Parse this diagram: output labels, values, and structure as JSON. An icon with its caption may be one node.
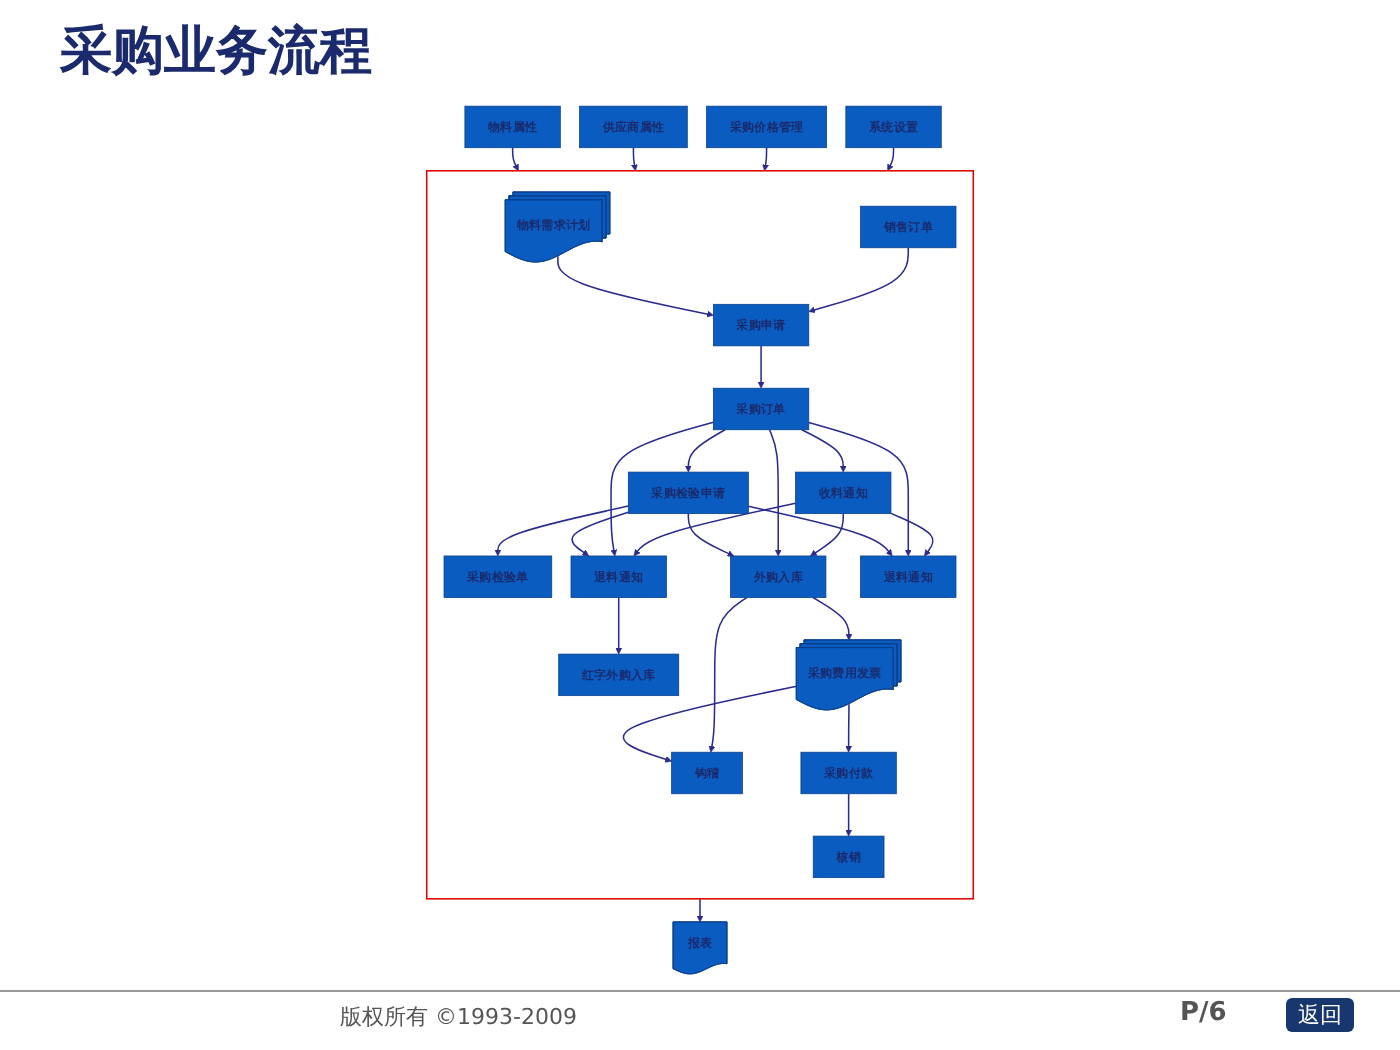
{
  "diagram": {
    "title": "采购业务流程",
    "nodes": [
      {
        "text": [
          "物料属性"
        ]
      },
      {
        "text": [
          "供应商属性"
        ]
      },
      {
        "text": [
          "采购价格管理"
        ]
      },
      {
        "text": [
          "系统设置"
        ]
      },
      {
        "text": [],
        "shape": "box"
      },
      {
        "text": [
          "销售订单"
        ],
        "in": 4
      },
      {
        "text": [
          "物料需求计划"
        ],
        "in": 4
      },
      {
        "text": [
          "采购申请"
        ],
        "in": 4
      },
      {
        "text": [
          "采购订单"
        ],
        "in": 4
      },
      {
        "text": [
          "收料通知"
        ],
        "in": 4
      },
      {
        "text": [
          "采购检验申请"
        ],
        "in": 4
      },
      {
        "text": [
          "采购检验单"
        ],
        "in": 4
      },
      {
        "text": [
          "退料通知"
        ],
        "in": 4
      },
      {
        "text": [
          "外购入库"
        ],
        "in": 4
      },
      {
        "text": [
          "退料通知"
        ],
        "in": 4
      },
      {
        "text": [
          "红字外购入库"
        ],
        "in": 4
      },
      {
        "text": [
          "钩稽"
        ],
        "in": 4
      },
      {
        "text": [
          "采购费用发票"
        ],
        "in": 4
      },
      {
        "text": [
          "采购付款"
        ],
        "in": 4
      },
      {
        "text": [
          "核销"
        ],
        "in": 4
      },
      {
        "text": [
          "报表"
        ]
      }
    ],
    "edges": [
      {
        "from": 0,
        "to": 4,
        "arrow": "to"
      },
      {
        "from": 1,
        "to": 4,
        "arrow": "to"
      },
      {
        "from": 2,
        "to": 4,
        "arrow": "to"
      },
      {
        "from": 3,
        "to": 4,
        "arrow": "to"
      },
      {
        "from": 5,
        "to": 7,
        "arrow": "to"
      },
      {
        "from": 6,
        "to": 7,
        "arrow": "to"
      },
      {
        "from": 7,
        "to": 8,
        "arrow": "to"
      },
      {
        "from": 8,
        "to": 9,
        "arrow": "to"
      },
      {
        "from": 8,
        "to": 10,
        "arrow": "to"
      },
      {
        "from": 10,
        "to": 11,
        "arrow": "to"
      },
      {
        "from": 9,
        "to": 12,
        "arrow": "to"
      },
      {
        "from": 9,
        "to": 13,
        "arrow": "to"
      },
      {
        "from": 9,
        "to": 14,
        "arrow": "to"
      },
      {
        "from": 8,
        "to": 12,
        "arrow": "to"
      },
      {
        "from": 8,
        "to": 13,
        "arrow": "to"
      },
      {
        "from": 8,
        "to": 14,
        "arrow": "to"
      },
      {
        "from": 10,
        "to": 12,
        "arrow": "to"
      },
      {
        "from": 10,
        "to": 13,
        "arrow": "to"
      },
      {
        "from": 10,
        "to": 14,
        "arrow": "to"
      },
      {
        "from": 12,
        "to": 15,
        "arrow": "to"
      },
      {
        "from": 13,
        "to": 16,
        "arrow": "to"
      },
      {
        "from": 13,
        "to": 17,
        "arrow": "to"
      },
      {
        "from": 17,
        "to": 16,
        "arrow": "to"
      },
      {
        "from": 17,
        "to": 18,
        "arrow": "to"
      },
      {
        "from": 18,
        "to": 19,
        "arrow": "to"
      },
      {
        "from": 4,
        "to": 20,
        "arrow": "to"
      }
    ],
    "labels": [
      "版权所有 ©1993-2009",
      "P/6",
      "返回"
    ]
  }
}
